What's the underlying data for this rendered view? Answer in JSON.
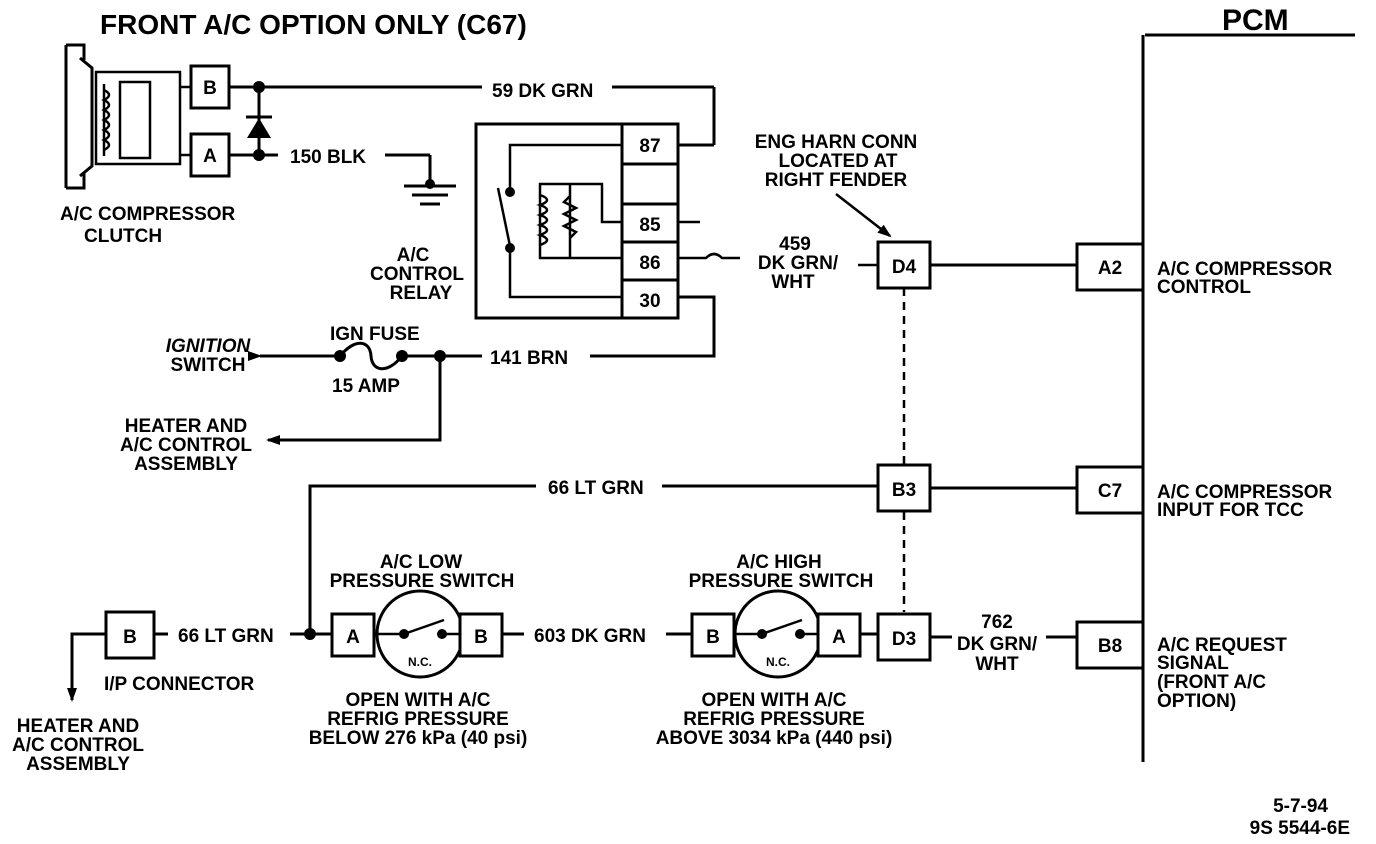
{
  "title": "FRONT A/C OPTION ONLY (C67)",
  "pcm": {
    "label": "PCM",
    "pins": [
      {
        "id": "A2",
        "desc": [
          "A/C COMPRESSOR",
          "CONTROL"
        ]
      },
      {
        "id": "C7",
        "desc": [
          "A/C COMPRESSOR",
          "INPUT FOR TCC"
        ]
      },
      {
        "id": "B8",
        "desc": [
          "A/C REQUEST",
          "SIGNAL",
          "(FRONT A/C",
          "OPTION)"
        ]
      }
    ]
  },
  "compressor": {
    "label": [
      "A/C COMPRESSOR",
      "CLUTCH"
    ],
    "terminals": [
      "B",
      "A"
    ]
  },
  "relay": {
    "label": [
      "A/C",
      "CONTROL",
      "RELAY"
    ],
    "pins": [
      "87",
      "85",
      "86",
      "30"
    ]
  },
  "wires": {
    "w59": "59 DK GRN",
    "w150": "150 BLK",
    "w459": [
      "459",
      "DK GRN/",
      "WHT"
    ],
    "w141": "141 BRN",
    "w66a": "66 LT GRN",
    "w66b": "66 LT GRN",
    "w603": "603 DK GRN",
    "w762": [
      "762",
      "DK GRN/",
      "WHT"
    ]
  },
  "eng_harn": [
    "ENG HARN CONN",
    "LOCATED AT",
    "RIGHT FENDER"
  ],
  "connectors": [
    "D4",
    "B3",
    "D3"
  ],
  "fuse": {
    "top": "IGN FUSE",
    "bottom": "15 AMP"
  },
  "ignition": [
    "IGNITION",
    "SWITCH"
  ],
  "heater_top": [
    "HEATER AND",
    "A/C CONTROL",
    "ASSEMBLY"
  ],
  "heater_bottom": [
    "HEATER AND",
    "A/C CONTROL",
    "ASSEMBLY"
  ],
  "ip_connector": {
    "pin": "B",
    "label": "I/P CONNECTOR"
  },
  "low_switch": {
    "title": [
      "A/C LOW",
      "PRESSURE SWITCH"
    ],
    "pins": [
      "A",
      "B"
    ],
    "nc": "N.C.",
    "note": [
      "OPEN WITH A/C",
      "REFRIG PRESSURE",
      "BELOW 276 kPa (40 psi)"
    ]
  },
  "high_switch": {
    "title": [
      "A/C HIGH",
      "PRESSURE SWITCH"
    ],
    "pins": [
      "B",
      "A"
    ],
    "nc": "N.C.",
    "note": [
      "OPEN WITH A/C",
      "REFRIG PRESSURE",
      "ABOVE 3034 kPa (440 psi)"
    ]
  },
  "footer": {
    "date": "5-7-94",
    "code": "9S 5544-6E"
  }
}
